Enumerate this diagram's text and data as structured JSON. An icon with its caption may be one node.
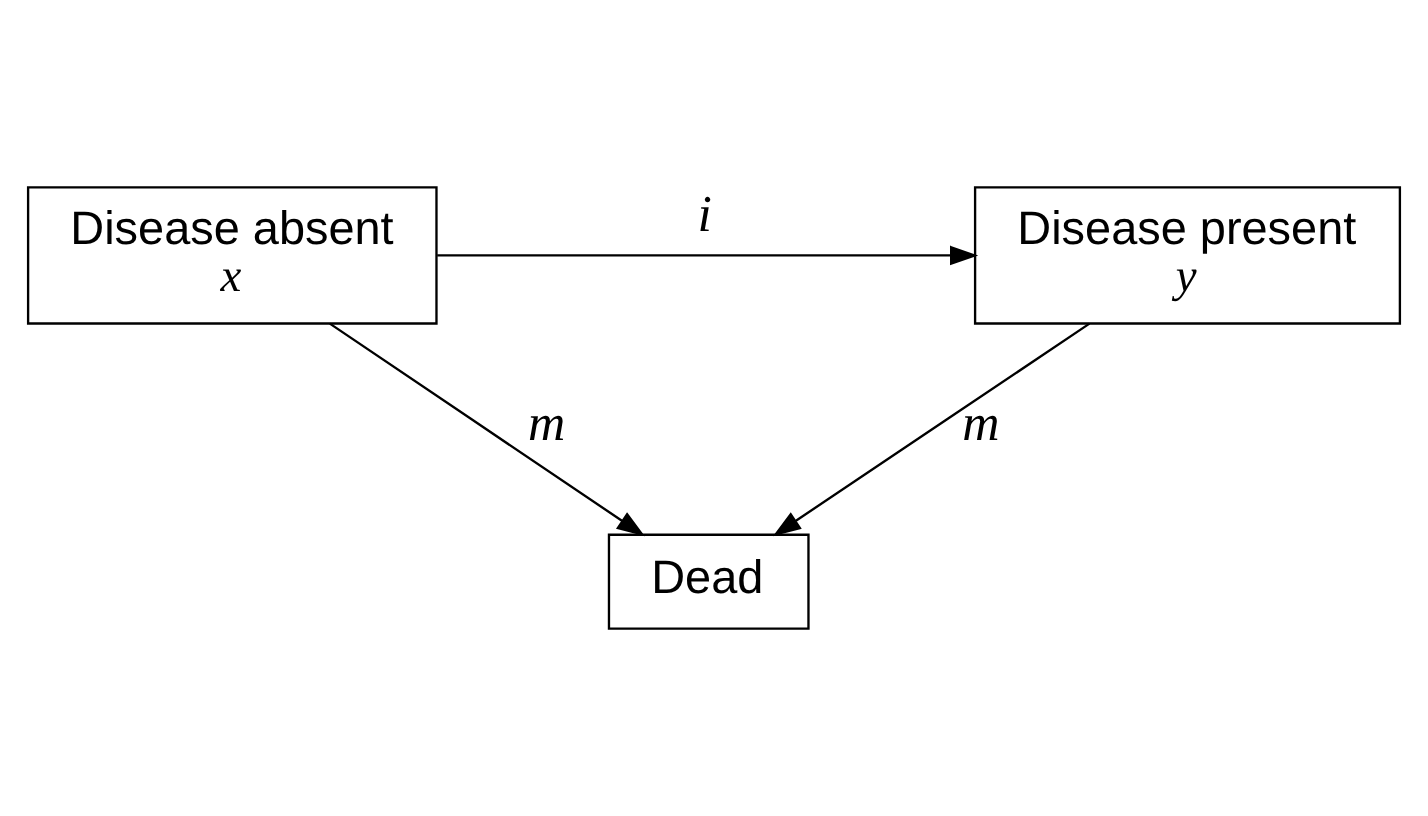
{
  "diagram": {
    "nodes": [
      {
        "text": [
          "Disease absent",
          "x"
        ]
      },
      {
        "text": [
          "Disease present",
          "y"
        ]
      },
      {
        "text": [
          "Dead"
        ]
      }
    ],
    "edges": [
      {
        "from": 0,
        "to": 1,
        "arrow": "to",
        "label": "i"
      },
      {
        "from": 0,
        "to": 2,
        "arrow": "to",
        "label": "m"
      },
      {
        "from": 1,
        "to": 2,
        "arrow": "to",
        "label": "m"
      }
    ]
  }
}
